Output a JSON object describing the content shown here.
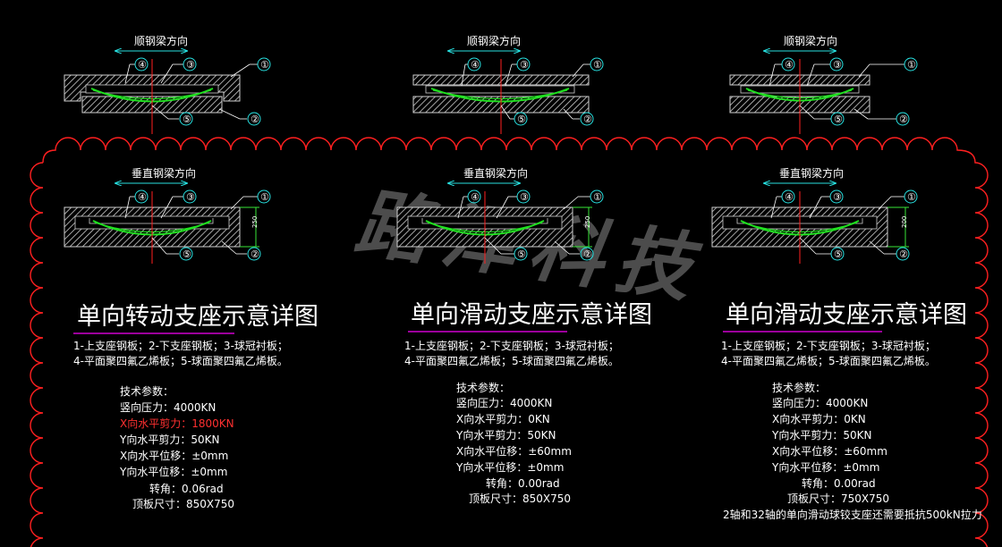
{
  "colors": {
    "background": "#000000",
    "cloud": "#ff2020",
    "hatch": "#cfcfcf",
    "ball": "#20e020",
    "callout": "#27e0e0",
    "underline": "#d000d0",
    "highlight": "#ff3030"
  },
  "watermark": "路泽科技",
  "top_row": [
    {
      "direction_label": "顺钢梁方向",
      "variant": "rotate"
    },
    {
      "direction_label": "顺钢梁方向",
      "variant": "slide"
    },
    {
      "direction_label": "顺钢梁方向",
      "variant": "slide"
    }
  ],
  "middle_row": [
    {
      "direction_label": "垂直钢梁方向",
      "dim_label": "250",
      "variant": "rotate"
    },
    {
      "direction_label": "垂直钢梁方向",
      "dim_label": "250",
      "variant": "rotate"
    },
    {
      "direction_label": "垂直钢梁方向",
      "dim_label": "200",
      "variant": "rotate"
    }
  ],
  "callouts": [
    "①",
    "②",
    "③",
    "④",
    "⑤"
  ],
  "panels": [
    {
      "title": "单向转动支座示意详图",
      "desc_line1": "1-上支座钢板；2-下支座钢板；3-球冠衬板；",
      "desc_line2": "4-平面聚四氟乙烯板；5-球面聚四氟乙烯板。",
      "params": {
        "header": "技术参数：",
        "vertical": "竖向压力：4000KN",
        "x_shear": "X向水平剪力：1800KN",
        "y_shear": "Y向水平剪力：50KN",
        "x_disp": "X向水平位移：±0mm",
        "y_disp": "Y向水平位移：±0mm",
        "rotation": "转角：0.06rad",
        "plate": "顶板尺寸：850X750"
      }
    },
    {
      "title": "单向滑动支座示意详图",
      "desc_line1": "1-上支座钢板；2-下支座钢板；3-球冠衬板；",
      "desc_line2": "4-平面聚四氟乙烯板；5-球面聚四氟乙烯板。",
      "params": {
        "header": "技术参数：",
        "vertical": "竖向压力：4000KN",
        "x_shear": "X向水平剪力：0KN",
        "y_shear": "Y向水平剪力：50KN",
        "x_disp": "X向水平位移：±60mm",
        "y_disp": "Y向水平位移：±0mm",
        "rotation": "转角：0.00rad",
        "plate": "顶板尺寸：850X750"
      }
    },
    {
      "title": "单向滑动支座示意详图",
      "desc_line1": "1-上支座钢板；2-下支座钢板；3-球冠衬板；",
      "desc_line2": "4-平面聚四氟乙烯板；5-球面聚四氟乙烯板。",
      "params": {
        "header": "技术参数：",
        "vertical": "竖向压力：4000KN",
        "x_shear": "X向水平剪力：0KN",
        "y_shear": "Y向水平剪力：50KN",
        "x_disp": "X向水平位移：±60mm",
        "y_disp": "Y向水平位移：±0mm",
        "rotation": "转角：0.00rad",
        "plate": "顶板尺寸：750X750"
      },
      "note": "2轴和32轴的单向滑动球铰支座还需要抵抗500kN拉力"
    }
  ]
}
